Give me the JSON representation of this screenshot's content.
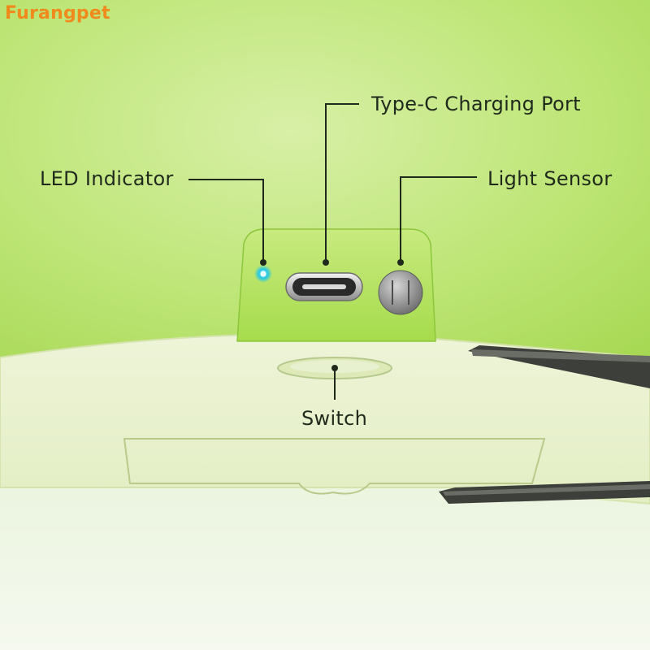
{
  "brand": {
    "name": "Furangpet",
    "color": "#f08a1d"
  },
  "callouts": {
    "charging_port": "Type-C Charging Port",
    "led_indicator": "LED Indicator",
    "light_sensor": "Light Sensor",
    "switch": "Switch"
  },
  "colors": {
    "background_top": "#f1f7df",
    "body_green": "#a6dc4c",
    "base_light": "#e9f2cf",
    "led": "#22c7e6",
    "callout_line": "#1f2a1c"
  }
}
